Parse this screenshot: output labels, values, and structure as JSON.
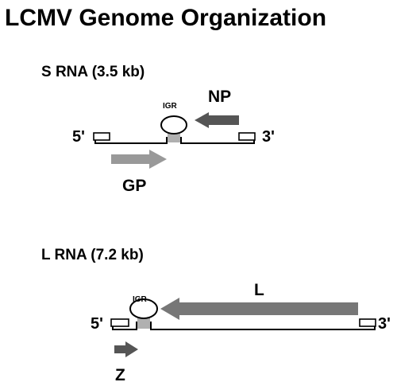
{
  "title": "LCMV Genome Organization",
  "segments": {
    "s": {
      "label": "S RNA (3.5 kb)",
      "five_prime": "5'",
      "three_prime": "3'",
      "igr": "IGR",
      "genes": {
        "np": {
          "label": "NP",
          "color": "#555555"
        },
        "gp": {
          "label": "GP",
          "color": "#999999"
        }
      }
    },
    "l": {
      "label": "L RNA (7.2 kb)",
      "five_prime": "5'",
      "three_prime": "3'",
      "igr": "IGR",
      "genes": {
        "l": {
          "label": "L",
          "color": "#777777"
        },
        "z": {
          "label": "Z",
          "color": "#555555"
        }
      }
    }
  },
  "colors": {
    "igr_stem": "#b0b0b0"
  }
}
